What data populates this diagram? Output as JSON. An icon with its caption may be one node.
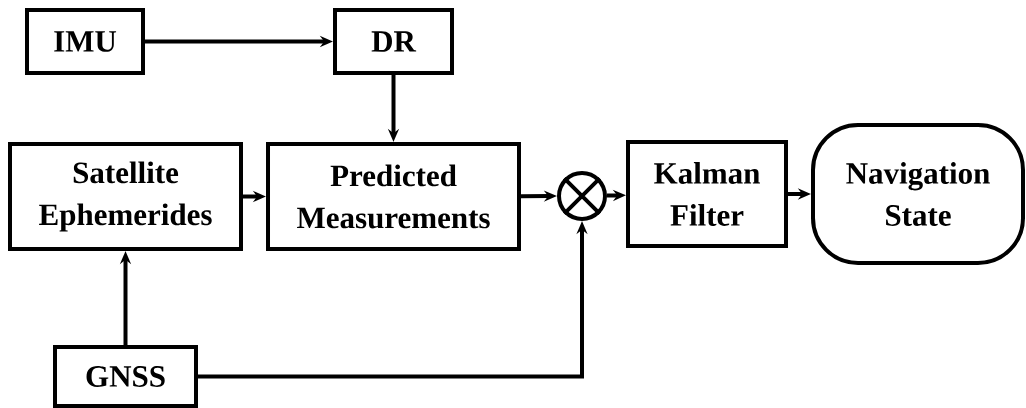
{
  "diagram": {
    "nodes": [
      {
        "text": [
          "IMU"
        ]
      },
      {
        "text": [
          "DR"
        ]
      },
      {
        "text": [
          "Satellite Ephemerides"
        ]
      },
      {
        "text": [
          "Predicted Measurements"
        ]
      },
      {
        "text": [],
        "shape": "circle"
      },
      {
        "text": [
          "Kalman Filter"
        ]
      },
      {
        "text": [
          "Navigation State"
        ]
      },
      {
        "text": [
          "GNSS"
        ]
      }
    ],
    "edges": [
      {
        "from": 0,
        "to": 1,
        "arrow": "to"
      },
      {
        "from": 1,
        "to": 3,
        "arrow": "to"
      },
      {
        "from": 2,
        "to": 3,
        "arrow": "to"
      },
      {
        "from": 3,
        "to": 4,
        "arrow": "to"
      },
      {
        "from": 4,
        "to": 5,
        "arrow": "to"
      },
      {
        "from": 5,
        "to": 6,
        "arrow": "to"
      },
      {
        "from": 7,
        "to": 2,
        "arrow": "to"
      },
      {
        "from": 7,
        "to": 4,
        "arrow": "to"
      }
    ]
  }
}
